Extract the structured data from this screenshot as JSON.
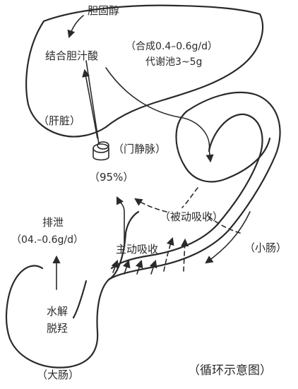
{
  "labels": {
    "cholesterol": "胆固醇",
    "conjugated_bile_acid": "结合胆汁酸",
    "synthesis_rate": "（合成0.4–0.6g/d）",
    "pool_size": "代谢池3~5g",
    "liver": "（肝脏）",
    "portal_vein": "（门静脉）",
    "reabsorption_percent": "（95%）",
    "passive_absorption": "（被动吸收）",
    "excretion": "排泄",
    "excretion_rate": "（04.–0.6g/d）",
    "active_absorption": "主动吸收",
    "small_intestine": "（小肠）",
    "hydrolysis": "水解",
    "dehydroxylation": "脱羟",
    "large_intestine": "（大肠）",
    "caption": "（循环示意图）"
  },
  "colors": {
    "ink": "#2a2a2a",
    "background": "#ffffff"
  }
}
